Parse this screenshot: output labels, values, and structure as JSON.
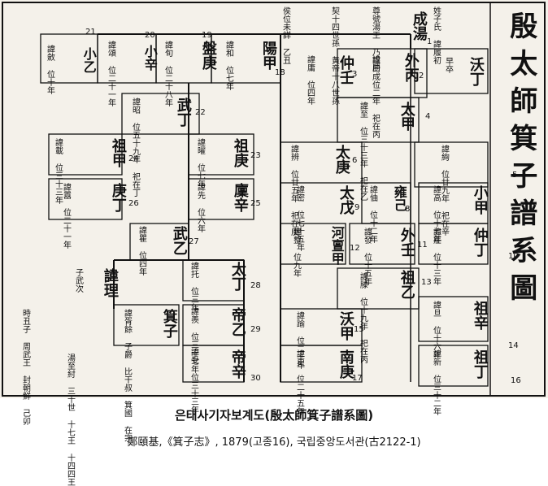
{
  "book_title": "殷太師箕子譜系圖",
  "generations": [
    {
      "number": "1",
      "name": "成湯",
      "note": "姓子氏 諱履初"
    },
    {
      "number": "2",
      "name": "外丙",
      "note": "諱勝 位二年 祀在丙"
    },
    {
      "number": "3",
      "name": "仲壬",
      "note": "諱庸 位四年"
    },
    {
      "number": "4",
      "name": "太甲",
      "note": "諱至 位三十三年 祀在乙"
    },
    {
      "number": "5",
      "name": "沃丁",
      "note": "諱絢 位廿九年 祀在辛"
    },
    {
      "number": "6",
      "name": "太庚",
      "note": "諱辨 位廿五年 祀在庚"
    },
    {
      "number": "7",
      "name": "小甲",
      "note": "諱高 位十七年"
    },
    {
      "number": "8",
      "name": "雍己",
      "note": "諱伷 位十二年"
    },
    {
      "number": "9",
      "name": "太戊",
      "note": "諱密 位七十五年"
    },
    {
      "number": "10",
      "name": "仲丁",
      "note": "諱莊 位十三年"
    },
    {
      "number": "11",
      "name": "外壬",
      "note": "諱發 位十五年"
    },
    {
      "number": "12",
      "name": "河亶甲",
      "note": "諱整 位九年"
    },
    {
      "number": "13",
      "name": "祖乙",
      "note": "諱滕 位十九年 祀在丙"
    },
    {
      "number": "14",
      "name": "祖辛",
      "note": "諱旦 位十六年"
    },
    {
      "number": "15",
      "name": "沃甲",
      "note": "諱踰 位二十年"
    },
    {
      "number": "16",
      "name": "祖丁",
      "note": "諱新 位三十二年"
    },
    {
      "number": "17",
      "name": "南庚",
      "note": "諱更 位二十五年"
    },
    {
      "number": "18",
      "name": "陽甲",
      "note": "諱和 位七年"
    },
    {
      "number": "19",
      "name": "盤庚",
      "note": "諱旬 位二十八年"
    },
    {
      "number": "20",
      "name": "小辛",
      "note": "諱頌 位二十一年"
    },
    {
      "number": "21",
      "name": "小乙",
      "note": "諱斂 位十年"
    },
    {
      "number": "22",
      "name": "武丁",
      "note": "諱昭 位五十九年 祀在丁"
    },
    {
      "number": "23",
      "name": "祖庚",
      "note": "諱曜 位七年"
    },
    {
      "number": "24",
      "name": "祖甲",
      "note": "諱載 位三十三年"
    },
    {
      "number": "25",
      "name": "廩辛",
      "note": "諱先 位六年"
    },
    {
      "number": "26",
      "name": "庚丁",
      "note": "諱囂 位二十一年"
    },
    {
      "number": "27",
      "name": "武乙",
      "note": "諱瞿 位四年"
    },
    {
      "number": "28",
      "name": "太丁",
      "note": "諱托 位三年"
    },
    {
      "number": "29",
      "name": "帝乙",
      "note": "諱羨 位三十七年"
    },
    {
      "number": "30",
      "name": "帝辛",
      "note": "諱受 位三十三年"
    }
  ],
  "extra_texts": {
    "top_right_note": "尊號湯王 乃諡曰成",
    "upper_notes": "契十四世孫 黃帝十八世孫",
    "lateral": "侯位未詳 乙丑",
    "zhongren_branch": "早卒",
    "jizi_block": "諱胥餘 子爵 比干叔 箕國 在宗",
    "jizi_name": "箕子",
    "jili": "諱理",
    "wuci": "子武次",
    "bottom_notes": "湯至紂 三十世 十七王 十四四王",
    "left_notes": "時丑子 周武王 封朝鮮 己卯"
  },
  "caption": {
    "title": "은태사기자보계도(殷太師箕子譜系圖)",
    "source": "鄭頤基,《箕子志》, 1879(고종16), 국립중앙도서관(古2122-1)"
  }
}
